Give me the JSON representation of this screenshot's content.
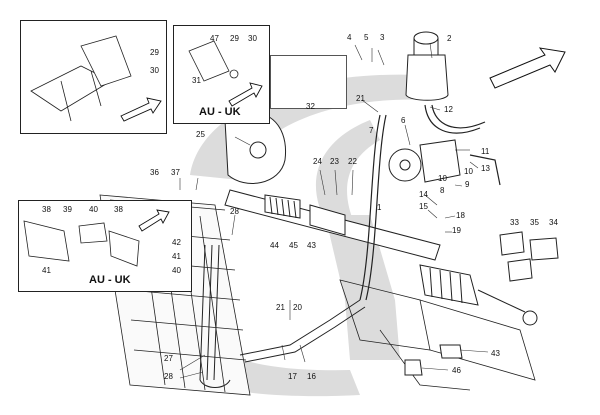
{
  "diagram": {
    "inset_labels": {
      "top_middle": "AU - UK",
      "left_middle": "AU - UK"
    },
    "callouts": {
      "c29a": "29",
      "c30a": "30",
      "c47": "47",
      "c29b": "29",
      "c30b": "30",
      "c31": "31",
      "c32": "32",
      "c4": "4",
      "c5": "5",
      "c3": "3",
      "c2": "2",
      "c1": "1",
      "c21a": "21",
      "c12": "12",
      "c6": "6",
      "c7": "7",
      "c11": "11",
      "c13": "13",
      "c10a": "10",
      "c10b": "10",
      "c9": "9",
      "c8": "8",
      "c25": "25",
      "c24": "24",
      "c23": "23",
      "c22": "22",
      "c36": "36",
      "c37": "37",
      "c14": "14",
      "c15": "15",
      "c18": "18",
      "c19": "19",
      "c38a": "38",
      "c39": "39",
      "c40a": "40",
      "c38b": "38",
      "c42": "42",
      "c41a": "41",
      "c40b": "40",
      "c41b": "41",
      "c28a": "28",
      "c44": "44",
      "c45": "45",
      "c43a": "43",
      "c33": "33",
      "c35": "35",
      "c34": "34",
      "c21b": "21",
      "c20": "20",
      "c27": "27",
      "c28b": "28",
      "c17": "17",
      "c16": "16",
      "c43b": "43",
      "c46": "46"
    },
    "colors": {
      "line": "#1a1a1a",
      "watermark": "#d9d9d9",
      "background": "#ffffff"
    }
  }
}
